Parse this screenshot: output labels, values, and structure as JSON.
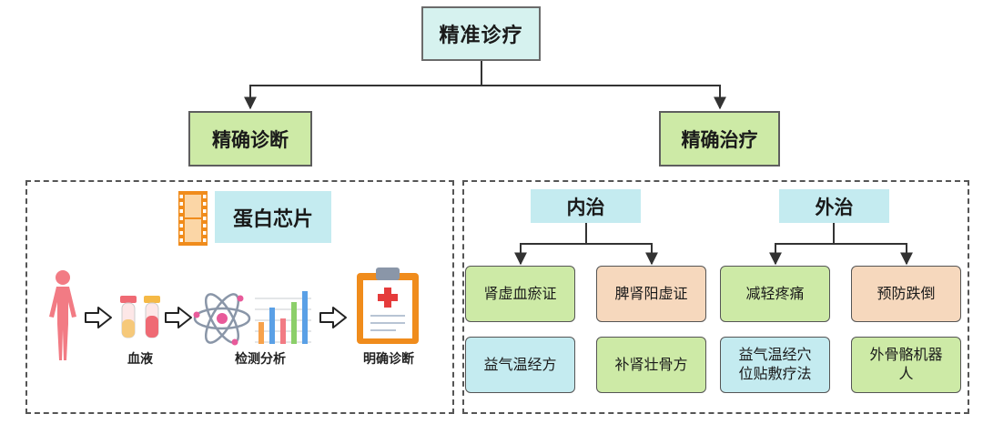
{
  "root": {
    "label": "精准诊疗"
  },
  "diagnosis": {
    "label": "精确诊断",
    "chip": {
      "label": "蛋白芯片"
    },
    "steps": [
      {
        "label": "血液",
        "icon": "blood-tube-icon"
      },
      {
        "label": "检测分析",
        "icon": "atom-chart-icon"
      },
      {
        "label": "明确诊断",
        "icon": "clipboard-medical-icon"
      }
    ]
  },
  "treatment": {
    "label": "精确治疗",
    "internal": {
      "label": "内治",
      "items": [
        {
          "label": "肾虚血瘀证",
          "color": "#cdeaa6"
        },
        {
          "label": "脾肾阳虚证",
          "color": "#f6d8bd"
        },
        {
          "label": "益气温经方",
          "color": "#c4ebf0"
        },
        {
          "label": "补肾壮骨方",
          "color": "#cdeaa6"
        }
      ]
    },
    "external": {
      "label": "外治",
      "items": [
        {
          "label": "减轻疼痛",
          "color": "#cdeaa6"
        },
        {
          "label": "预防跌倒",
          "color": "#f6d8bd"
        },
        {
          "label": "益气温经穴\n位贴敷疗法",
          "color": "#c4ebf0"
        },
        {
          "label": "外骨骼机器\n人",
          "color": "#cdeaa6"
        }
      ]
    }
  }
}
